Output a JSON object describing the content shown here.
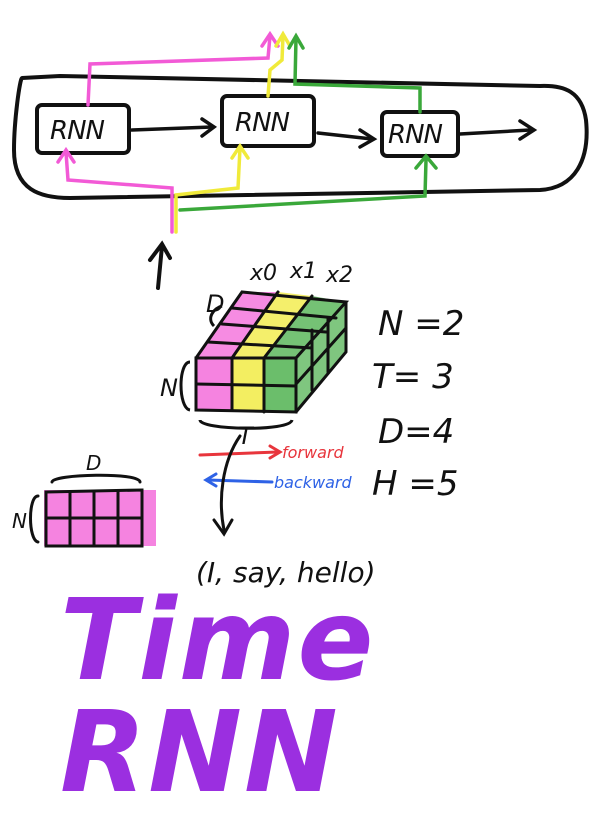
{
  "nodes": {
    "rnn1": "RNN",
    "rnn2": "RNN",
    "rnn3": "RNN"
  },
  "inputs": {
    "x0": "x0",
    "x1": "x1",
    "x2": "x2"
  },
  "dims": {
    "D_top": "D",
    "T_bottom": "T",
    "N_side": "N",
    "D_small": "D",
    "N_small": "N"
  },
  "params": {
    "n": "N =2",
    "t": "T= 3",
    "d": "D=4",
    "h": "H =5"
  },
  "legend": {
    "forward": "forward",
    "backward": "backward"
  },
  "sentence": "(I, say, hello)",
  "title": "Time RNN",
  "colors": {
    "pink": "#f25ad6",
    "yellow": "#f0ea3a",
    "green": "#3aa83a",
    "red": "#e8353c",
    "blue": "#2e62e6",
    "purple": "#9b2fe0",
    "ink": "#111111"
  }
}
